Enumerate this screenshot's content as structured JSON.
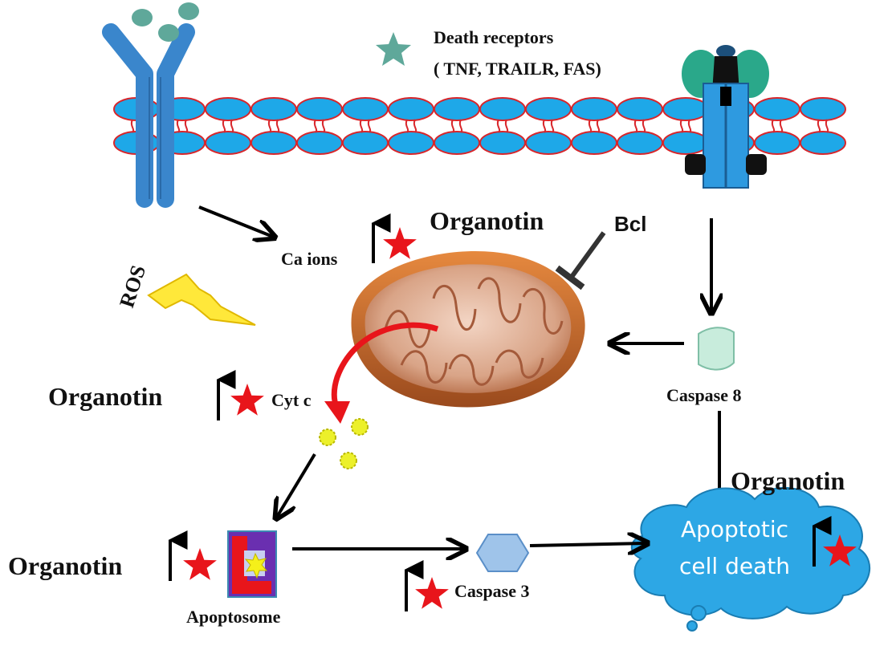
{
  "labels": {
    "death_receptors_title": "Death receptors",
    "death_receptors_list": "( TNF, TRAILR, FAS)",
    "ros": "ROS",
    "ca_ions": "Ca ions",
    "organotin_top": "Organotin",
    "bcl": "Bcl",
    "cyt_c": "Cyt c",
    "organotin_left": "Organotin",
    "caspase8": "Caspase 8",
    "organotin_right": "Organotin",
    "organotin_bottom": "Organotin",
    "apoptosome": "Apoptosome",
    "caspase3": "Caspase 3",
    "outcome_line1": "Apoptotic",
    "outcome_line2": "cell death"
  },
  "colors": {
    "membrane_fill": "#1ea8e8",
    "membrane_stroke": "#d8262b",
    "receptor_blue": "#3a86cc",
    "ligand_teal": "#5fa89a",
    "star_red": "#e8151b",
    "bolt_yellow": "#ffe83a",
    "cyt_yellow": "#ecf02a",
    "mito_brown": "#c8622a",
    "caspase8_fill": "#c8ecdc",
    "caspase3_fill": "#9fc4ea",
    "cloud_fill": "#2da7e5"
  }
}
